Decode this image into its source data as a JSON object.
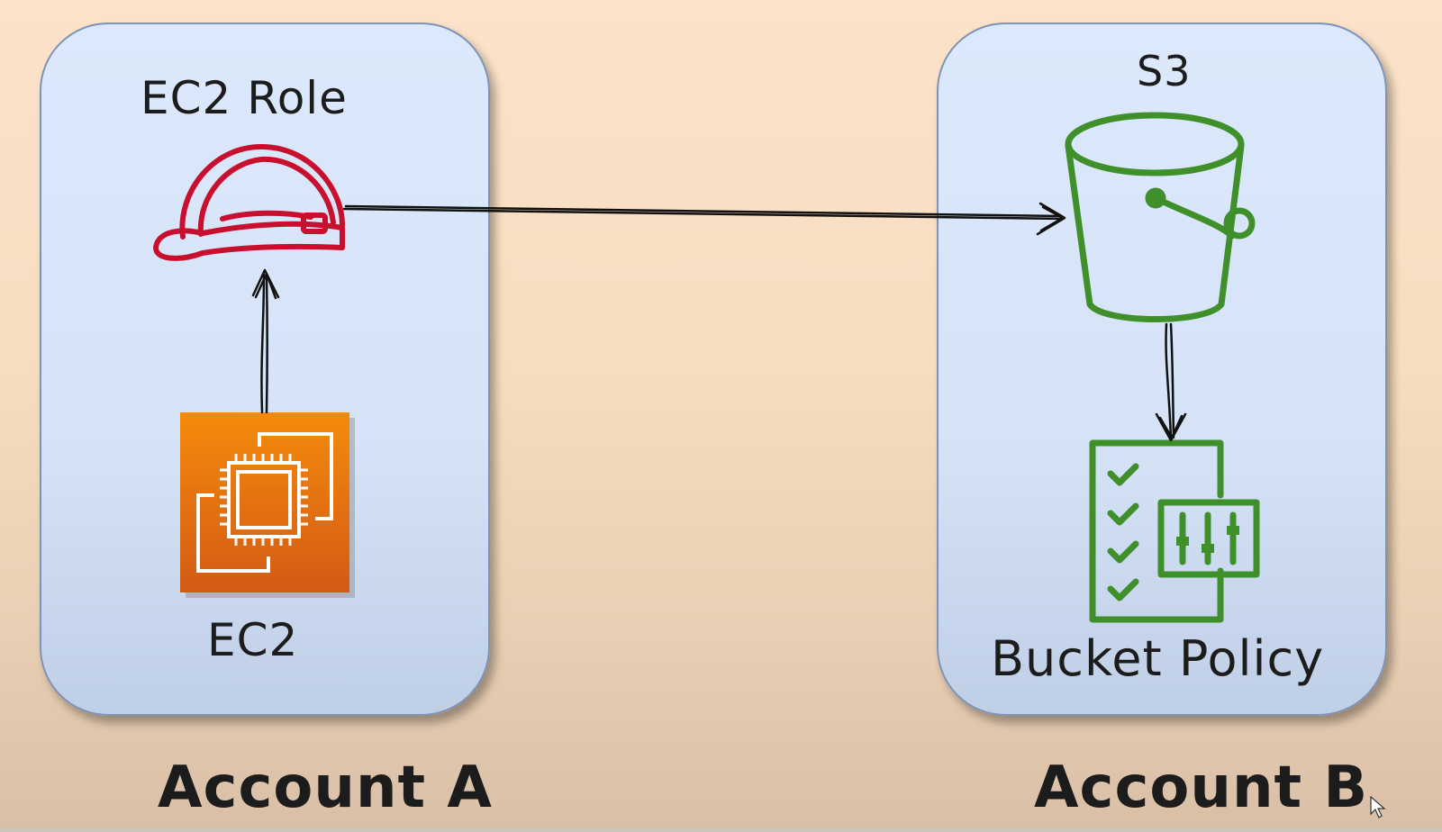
{
  "accounts": {
    "a": {
      "label": "Account A",
      "role_label": "EC2 Role",
      "instance_label": "EC2"
    },
    "b": {
      "label": "Account B",
      "service_label": "S3",
      "policy_label": "Bucket Policy"
    }
  },
  "colors": {
    "role_icon": "#c8102e",
    "bucket_icon": "#3f8f2b",
    "ec2_gradient_top": "#f58b0c",
    "ec2_gradient_bottom": "#d35a15",
    "box_fill": "#d8e5f8",
    "background": "#fbe2c9"
  },
  "icons": {
    "role": "hard-hat-icon",
    "instance": "ec2-chip-icon",
    "bucket": "s3-bucket-icon",
    "policy": "bucket-policy-icon"
  }
}
